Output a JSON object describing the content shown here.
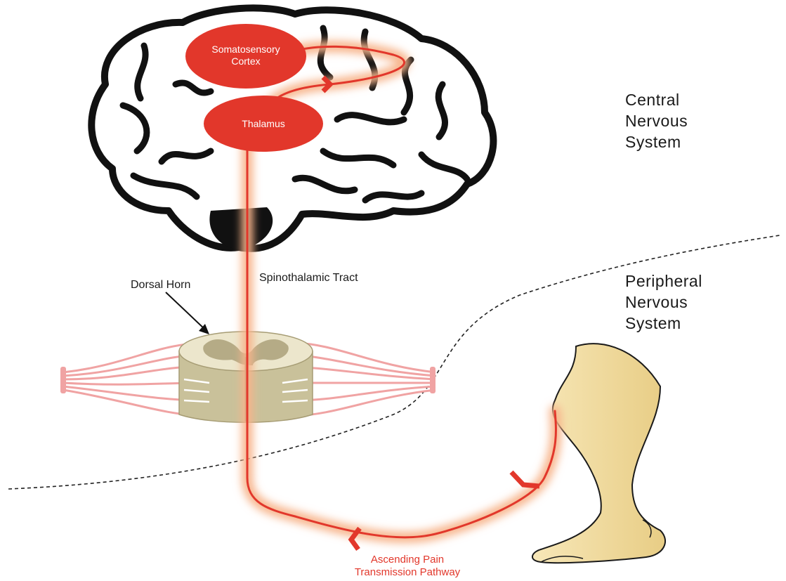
{
  "nodes": {
    "cortex": "Somatosensory\nCortex",
    "thalamus": "Thalamus"
  },
  "labels": {
    "cns": "Central\nNervous\nSystem",
    "pns": "Peripheral\nNervous\nSystem",
    "dorsal_horn": "Dorsal Horn",
    "tract": "Spinothalamic Tract",
    "pathway": "Ascending Pain\nTransmission Pathway"
  },
  "colors": {
    "pathway": "#e2372b",
    "glow": "#f7b48a",
    "leg": "#f3dfa6",
    "spine": "#d9d3b5",
    "nerves": "#f0a3a3"
  }
}
